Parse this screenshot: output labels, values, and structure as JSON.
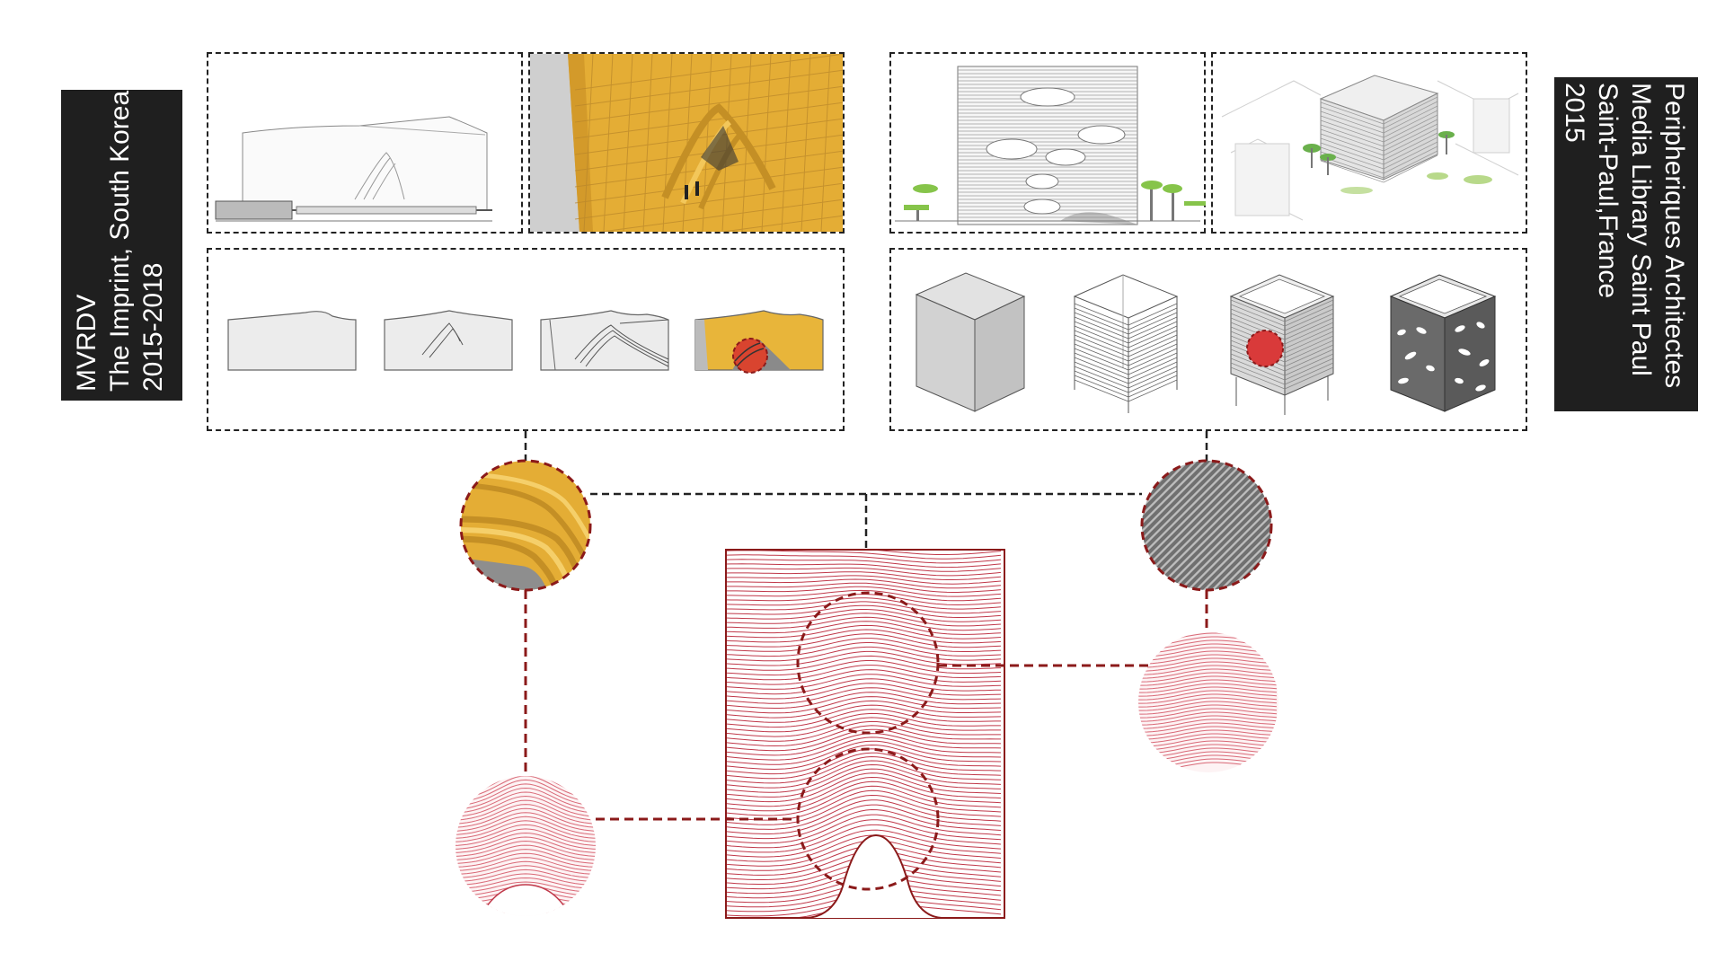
{
  "left_project": {
    "line1": "MVRDV",
    "line2": "The Imprint, South Korea",
    "line3": "2015-2018"
  },
  "right_project": {
    "line1": "Peripheriques Architectes",
    "line2": "Media Library Saint Paul",
    "line3": "Saint-Paul,France",
    "line4": "2015"
  },
  "colors": {
    "accent": "#8b1a1a",
    "pattern": "#c0394a",
    "gold": "#e8b53a",
    "frame": "#222222",
    "label_bg": "#1f1f1f"
  }
}
